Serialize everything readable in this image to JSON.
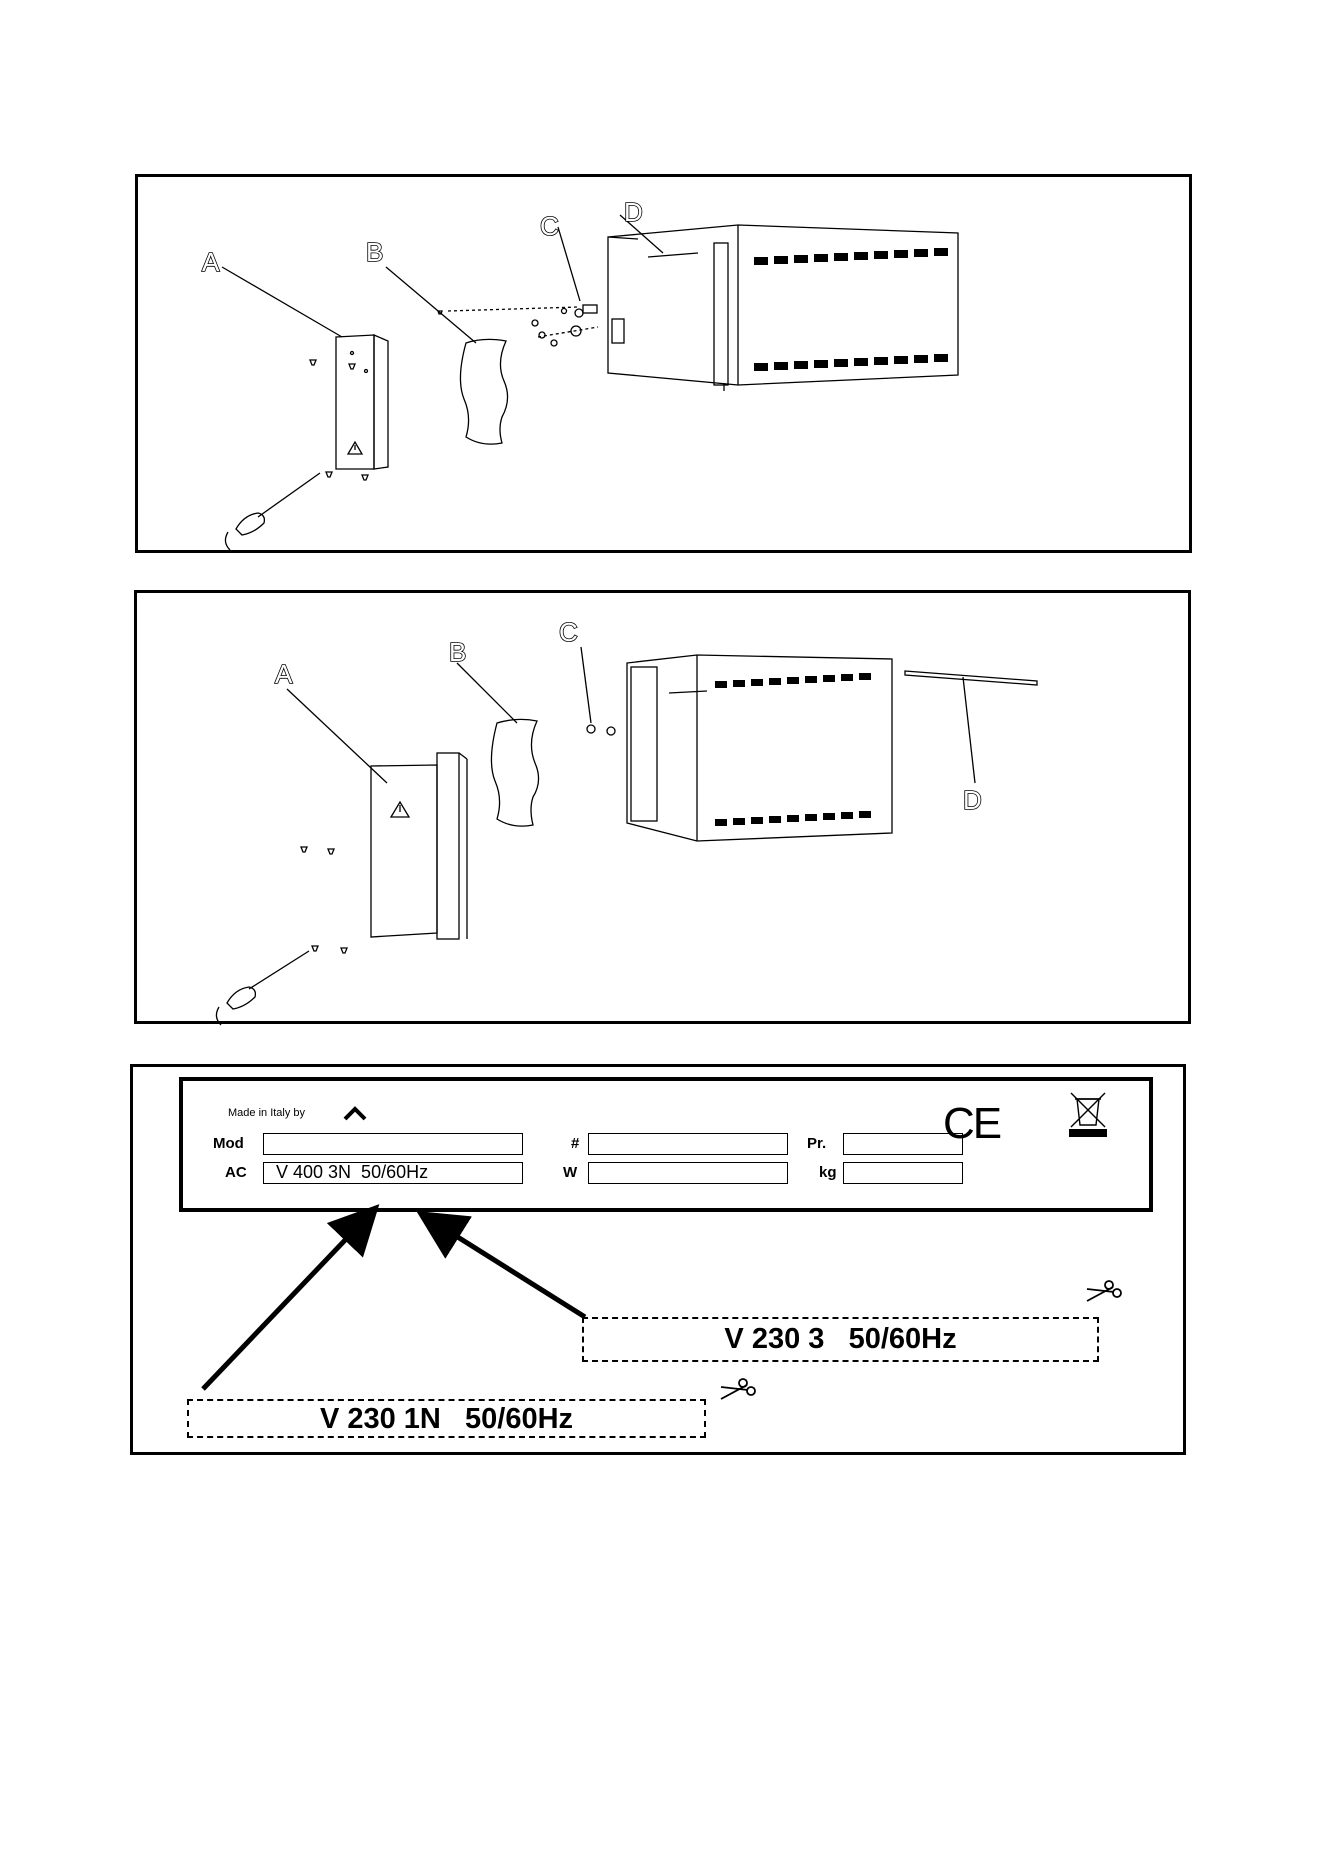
{
  "panel1": {
    "labels": {
      "a": "A",
      "b": "B",
      "c": "C",
      "d": "D"
    }
  },
  "panel2": {
    "labels": {
      "a": "A",
      "b": "B",
      "c": "C",
      "d": "D"
    }
  },
  "nameplate": {
    "made_in": "Made in Italy by",
    "mod_label": "Mod",
    "ac_label": "AC",
    "ac_value": "V 400 3N  50/60Hz",
    "hash_label": "#",
    "w_label": "W",
    "pr_label": "Pr.",
    "kg_label": "kg",
    "ce_mark": "CE",
    "weee_icon": "crossed-bin-icon"
  },
  "cutouts": [
    {
      "text": "V 230 3   50/60Hz",
      "icon": "scissors-icon"
    },
    {
      "text": "V 230 1N   50/60Hz",
      "icon": "scissors-icon"
    }
  ],
  "colors": {
    "ink": "#000000",
    "paper": "#ffffff"
  }
}
